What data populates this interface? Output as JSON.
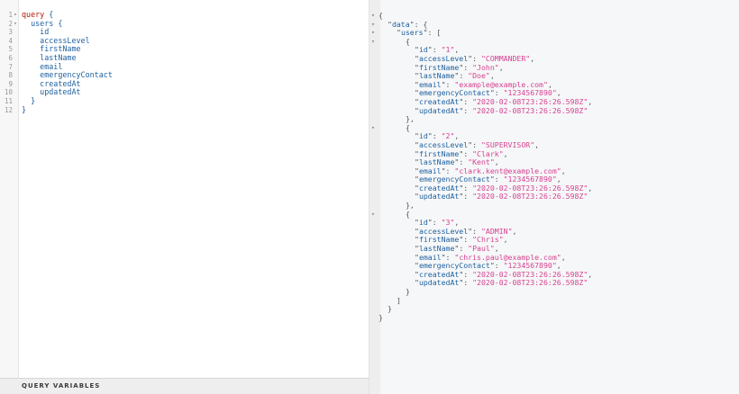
{
  "query_editor": {
    "lines": [
      {
        "num": "1",
        "fold": "▾",
        "kw": "query",
        "text": " {"
      },
      {
        "num": "2",
        "fold": "▾",
        "kw": "",
        "text": "  users {"
      },
      {
        "num": "3",
        "fold": "",
        "kw": "",
        "text": "    id"
      },
      {
        "num": "4",
        "fold": "",
        "kw": "",
        "text": "    accessLevel"
      },
      {
        "num": "5",
        "fold": "",
        "kw": "",
        "text": "    firstName"
      },
      {
        "num": "6",
        "fold": "",
        "kw": "",
        "text": "    lastName"
      },
      {
        "num": "7",
        "fold": "",
        "kw": "",
        "text": "    email"
      },
      {
        "num": "8",
        "fold": "",
        "kw": "",
        "text": "    emergencyContact"
      },
      {
        "num": "9",
        "fold": "",
        "kw": "",
        "text": "    createdAt"
      },
      {
        "num": "10",
        "fold": "",
        "kw": "",
        "text": "    updatedAt"
      },
      {
        "num": "11",
        "fold": "",
        "kw": "",
        "text": "  }"
      },
      {
        "num": "12",
        "fold": "",
        "kw": "",
        "text": "}"
      }
    ]
  },
  "query_variables": {
    "label": "QUERY VARIABLES"
  },
  "result_viewer": {
    "lines": [
      {
        "fold": "▾",
        "indent": 0,
        "text": "{"
      },
      {
        "fold": "▾",
        "indent": 2,
        "key": "data",
        "text": ": {"
      },
      {
        "fold": "▾",
        "indent": 4,
        "key": "users",
        "text": ": ["
      },
      {
        "fold": "▾",
        "indent": 6,
        "text": "{"
      },
      {
        "fold": "",
        "indent": 8,
        "key": "id",
        "value": "1",
        "text": ","
      },
      {
        "fold": "",
        "indent": 8,
        "key": "accessLevel",
        "value": "COMMANDER",
        "text": ","
      },
      {
        "fold": "",
        "indent": 8,
        "key": "firstName",
        "value": "John",
        "text": ","
      },
      {
        "fold": "",
        "indent": 8,
        "key": "lastName",
        "value": "Doe",
        "text": ","
      },
      {
        "fold": "",
        "indent": 8,
        "key": "email",
        "value": "example@example.com",
        "text": ","
      },
      {
        "fold": "",
        "indent": 8,
        "key": "emergencyContact",
        "value": "1234567890",
        "text": ","
      },
      {
        "fold": "",
        "indent": 8,
        "key": "createdAt",
        "value": "2020-02-08T23:26:26.598Z",
        "text": ","
      },
      {
        "fold": "",
        "indent": 8,
        "key": "updatedAt",
        "value": "2020-02-08T23:26:26.598Z",
        "text": ""
      },
      {
        "fold": "",
        "indent": 6,
        "text": "},"
      },
      {
        "fold": "▾",
        "indent": 6,
        "text": "{"
      },
      {
        "fold": "",
        "indent": 8,
        "key": "id",
        "value": "2",
        "text": ","
      },
      {
        "fold": "",
        "indent": 8,
        "key": "accessLevel",
        "value": "SUPERVISOR",
        "text": ","
      },
      {
        "fold": "",
        "indent": 8,
        "key": "firstName",
        "value": "Clark",
        "text": ","
      },
      {
        "fold": "",
        "indent": 8,
        "key": "lastName",
        "value": "Kent",
        "text": ","
      },
      {
        "fold": "",
        "indent": 8,
        "key": "email",
        "value": "clark.kent@example.com",
        "text": ","
      },
      {
        "fold": "",
        "indent": 8,
        "key": "emergencyContact",
        "value": "1234567890",
        "text": ","
      },
      {
        "fold": "",
        "indent": 8,
        "key": "createdAt",
        "value": "2020-02-08T23:26:26.598Z",
        "text": ","
      },
      {
        "fold": "",
        "indent": 8,
        "key": "updatedAt",
        "value": "2020-02-08T23:26:26.598Z",
        "text": ""
      },
      {
        "fold": "",
        "indent": 6,
        "text": "},"
      },
      {
        "fold": "▾",
        "indent": 6,
        "text": "{"
      },
      {
        "fold": "",
        "indent": 8,
        "key": "id",
        "value": "3",
        "text": ","
      },
      {
        "fold": "",
        "indent": 8,
        "key": "accessLevel",
        "value": "ADMIN",
        "text": ","
      },
      {
        "fold": "",
        "indent": 8,
        "key": "firstName",
        "value": "Chris",
        "text": ","
      },
      {
        "fold": "",
        "indent": 8,
        "key": "lastName",
        "value": "Paul",
        "text": ","
      },
      {
        "fold": "",
        "indent": 8,
        "key": "email",
        "value": "chris.paul@example.com",
        "text": ","
      },
      {
        "fold": "",
        "indent": 8,
        "key": "emergencyContact",
        "value": "1234567890",
        "text": ","
      },
      {
        "fold": "",
        "indent": 8,
        "key": "createdAt",
        "value": "2020-02-08T23:26:26.598Z",
        "text": ","
      },
      {
        "fold": "",
        "indent": 8,
        "key": "updatedAt",
        "value": "2020-02-08T23:26:26.598Z",
        "text": ""
      },
      {
        "fold": "",
        "indent": 6,
        "text": "}"
      },
      {
        "fold": "",
        "indent": 4,
        "text": "]"
      },
      {
        "fold": "",
        "indent": 2,
        "text": "}"
      },
      {
        "fold": "",
        "indent": 0,
        "text": "}"
      }
    ]
  },
  "colors": {
    "keyword": "#b11a04",
    "field": "#1f61a0",
    "string": "#d64292",
    "punctuation": "#555555",
    "line_number": "#999999"
  }
}
